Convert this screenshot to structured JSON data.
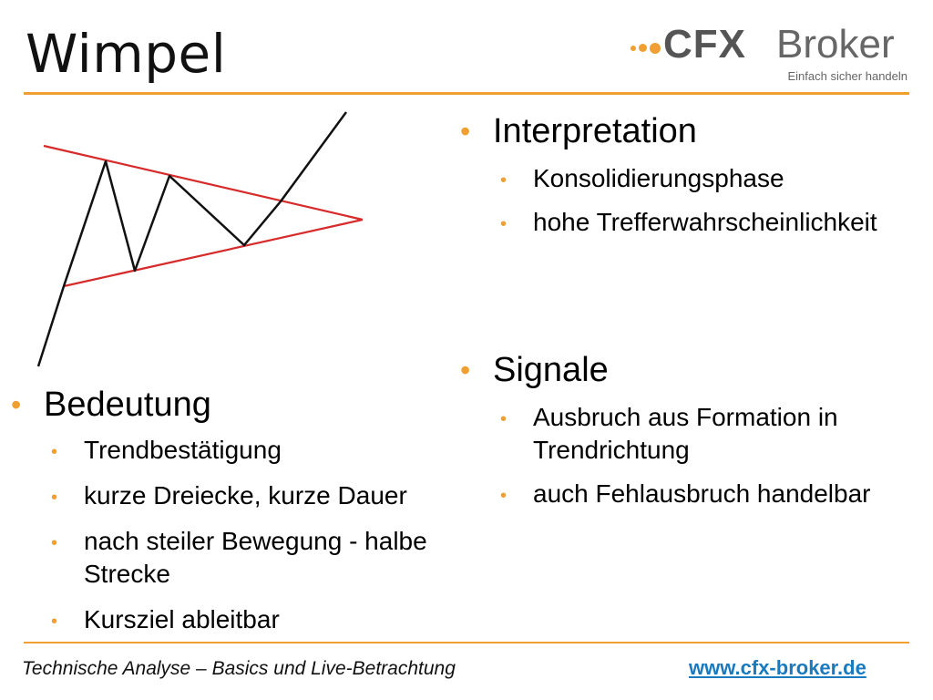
{
  "slide": {
    "title": "Wimpel"
  },
  "logo": {
    "brand_strong": "CFX",
    "brand_light": "Broker",
    "tagline": "Einfach sicher handeln"
  },
  "colors": {
    "accent": "#f0a030",
    "chart_lines": "#d62b2b",
    "price_line": "#111111",
    "link": "#1a7abf"
  },
  "interpretation": {
    "heading": "Interpretation",
    "items": [
      "Konsolidierungsphase",
      "hohe Trefferwahrscheinlichkeit"
    ]
  },
  "signale": {
    "heading": "Signale",
    "items": [
      "Ausbruch aus Formation in Trendrichtung",
      "auch Fehlausbruch handelbar"
    ]
  },
  "bedeutung": {
    "heading": "Bedeutung",
    "items": [
      "Trendbestätigung",
      "kurze Dreiecke, kurze Dauer",
      "nach steiler Bewegung - halbe Strecke",
      "Kursziel ableitbar"
    ]
  },
  "footer": {
    "left": "Technische Analyse – Basics und Live-Betrachtung",
    "url": "www.cfx-broker.de"
  }
}
